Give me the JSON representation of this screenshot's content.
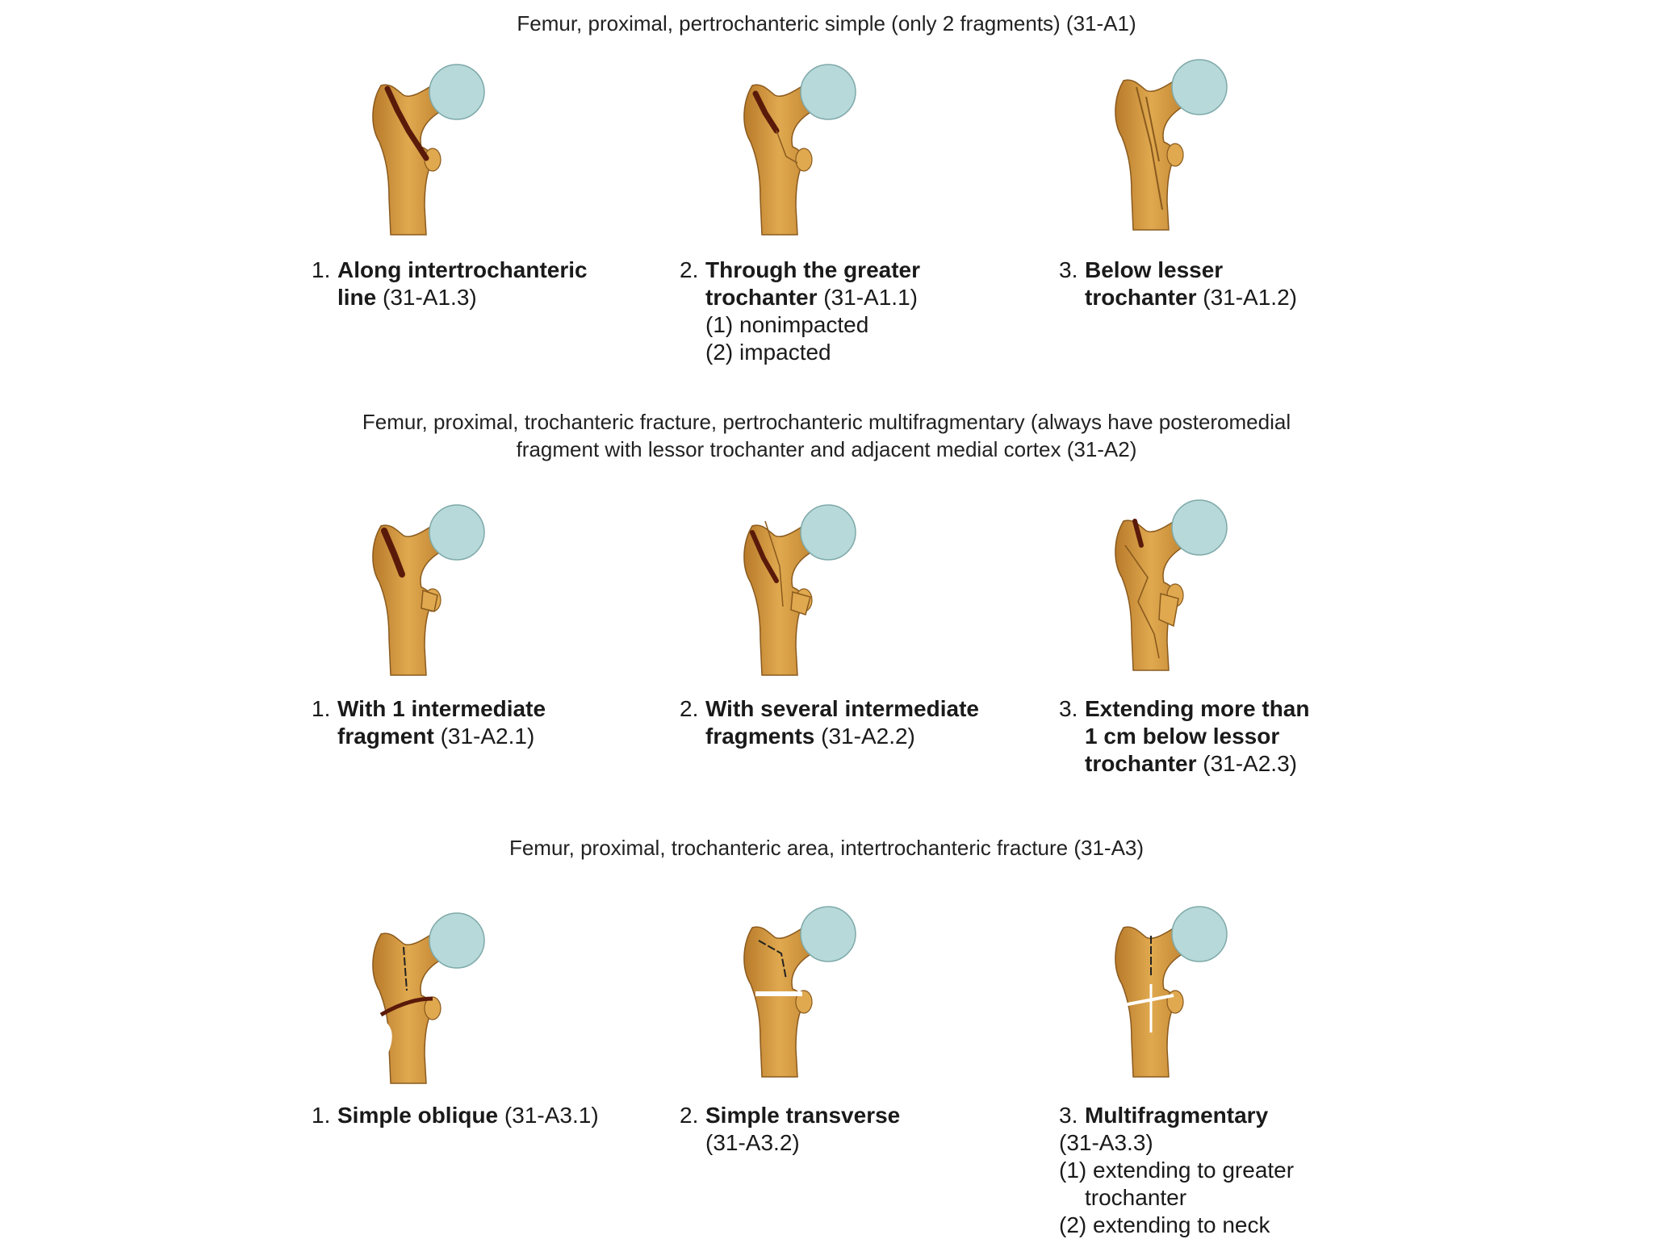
{
  "sections": [
    {
      "title_lines": [
        "Femur, proximal, pertrochanteric simple (only 2 fragments) (31-A1)"
      ],
      "items": [
        {
          "num": "1.",
          "bold1": "Along intertrochanteric",
          "bold2": "line",
          "code": "(31-A1.3)",
          "sub": []
        },
        {
          "num": "2.",
          "bold1": "Through the greater",
          "bold2": "trochanter",
          "code": "(31-A1.1)",
          "sub": [
            "(1) nonimpacted",
            "(2) impacted"
          ]
        },
        {
          "num": "3.",
          "bold1": "Below lesser",
          "bold2": "trochanter",
          "code": "(31-A1.2)",
          "sub": []
        }
      ]
    },
    {
      "title_lines": [
        "Femur, proximal, trochanteric fracture, pertrochanteric multifragmentary (always have posteromedial",
        "fragment with lessor trochanter and adjacent medial cortex (31-A2)"
      ],
      "items": [
        {
          "num": "1.",
          "bold1": "With 1 intermediate",
          "bold2": "fragment",
          "code": "(31-A2.1)"
        },
        {
          "num": "2.",
          "bold1": "With several intermediate",
          "bold2": "fragments",
          "code": "(31-A2.2)"
        },
        {
          "num": "3.",
          "bold1": "Extending more than",
          "bold1b": "1 cm below lessor",
          "bold2": "trochanter",
          "code": "(31-A2.3)"
        }
      ]
    },
    {
      "title_lines": [
        "Femur, proximal, trochanteric area, intertrochanteric fracture (31-A3)"
      ],
      "items": [
        {
          "num": "1.",
          "bold1": "Simple oblique",
          "code": "(31-A3.1)"
        },
        {
          "num": "2.",
          "bold1": "Simple transverse",
          "code": "(31-A3.2)"
        },
        {
          "num": "3.",
          "bold1": "Multifragmentary",
          "code": "(31-A3.3)",
          "sub": [
            "(1) extending to greater",
            "trochanter",
            "(2) extending to neck"
          ]
        }
      ]
    }
  ],
  "colors": {
    "bone": "#e0a94f",
    "bone_dark": "#b87a2a",
    "head": "#b7d9d9",
    "fracture": "#5a1a0a"
  }
}
